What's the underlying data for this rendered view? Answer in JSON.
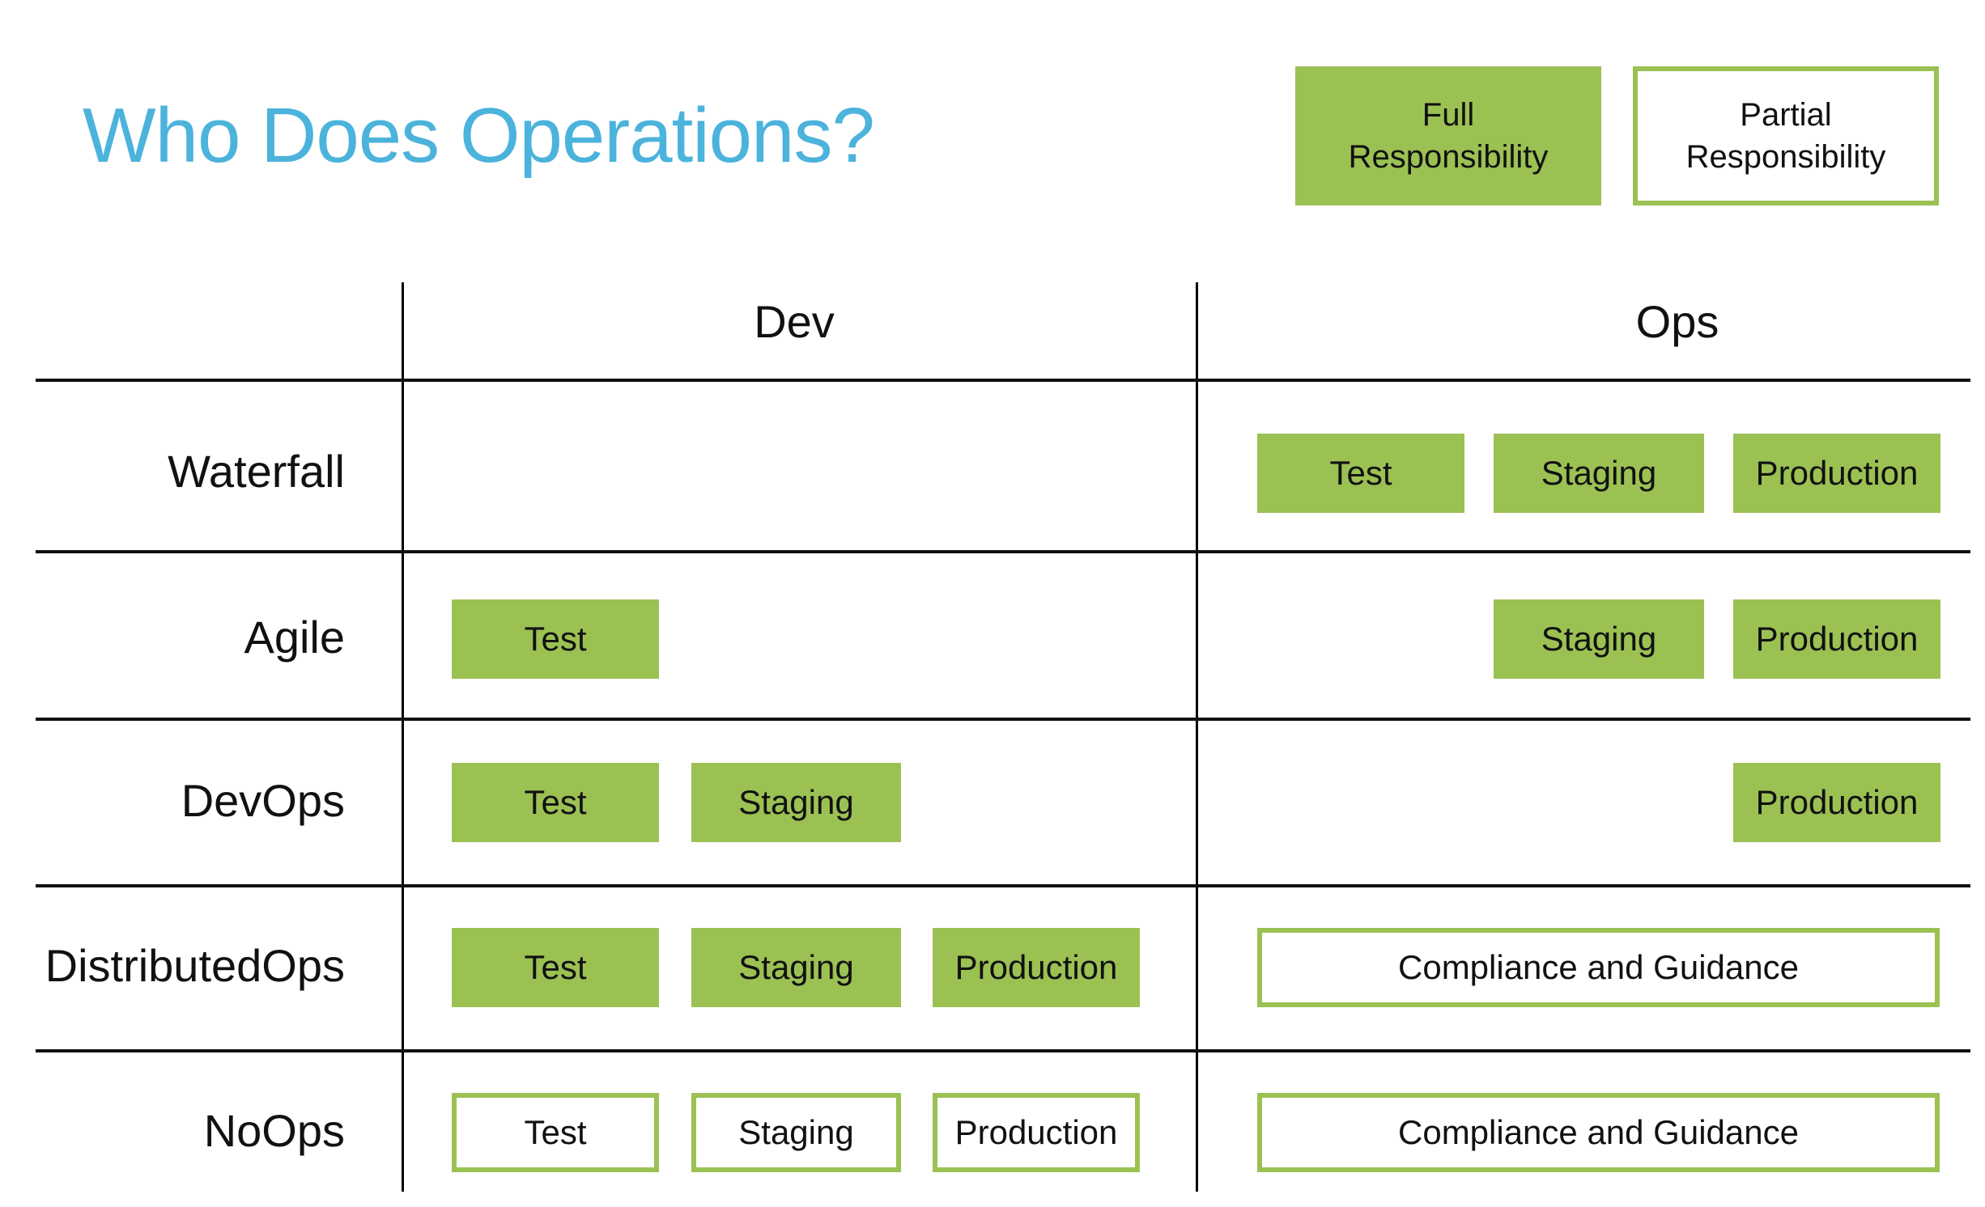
{
  "title": "Who Does Operations?",
  "colors": {
    "title": "#4bb3dc",
    "full_fill": "#9bc153",
    "partial_border": "#9bc153",
    "line": "#111111"
  },
  "legend": {
    "full": {
      "line1": "Full",
      "line2": "Responsibility"
    },
    "partial": {
      "line1": "Partial",
      "line2": "Responsibility"
    }
  },
  "columns": [
    "Dev",
    "Ops"
  ],
  "rows": [
    {
      "label": "Waterfall",
      "dev": [],
      "ops": [
        {
          "label": "Test",
          "type": "full"
        },
        {
          "label": "Staging",
          "type": "full"
        },
        {
          "label": "Production",
          "type": "full"
        }
      ]
    },
    {
      "label": "Agile",
      "dev": [
        {
          "label": "Test",
          "type": "full"
        }
      ],
      "ops": [
        {
          "label": "Staging",
          "type": "full"
        },
        {
          "label": "Production",
          "type": "full"
        }
      ]
    },
    {
      "label": "DevOps",
      "dev": [
        {
          "label": "Test",
          "type": "full"
        },
        {
          "label": "Staging",
          "type": "full"
        }
      ],
      "ops": [
        {
          "label": "Production",
          "type": "full"
        }
      ]
    },
    {
      "label": "DistributedOps",
      "dev": [
        {
          "label": "Test",
          "type": "full"
        },
        {
          "label": "Staging",
          "type": "full"
        },
        {
          "label": "Production",
          "type": "full"
        }
      ],
      "ops": [
        {
          "label": "Compliance and Guidance",
          "type": "partial"
        }
      ]
    },
    {
      "label": "NoOps",
      "dev": [
        {
          "label": "Test",
          "type": "partial"
        },
        {
          "label": "Staging",
          "type": "partial"
        },
        {
          "label": "Production",
          "type": "partial"
        }
      ],
      "ops": [
        {
          "label": "Compliance and Guidance",
          "type": "partial"
        }
      ]
    }
  ]
}
